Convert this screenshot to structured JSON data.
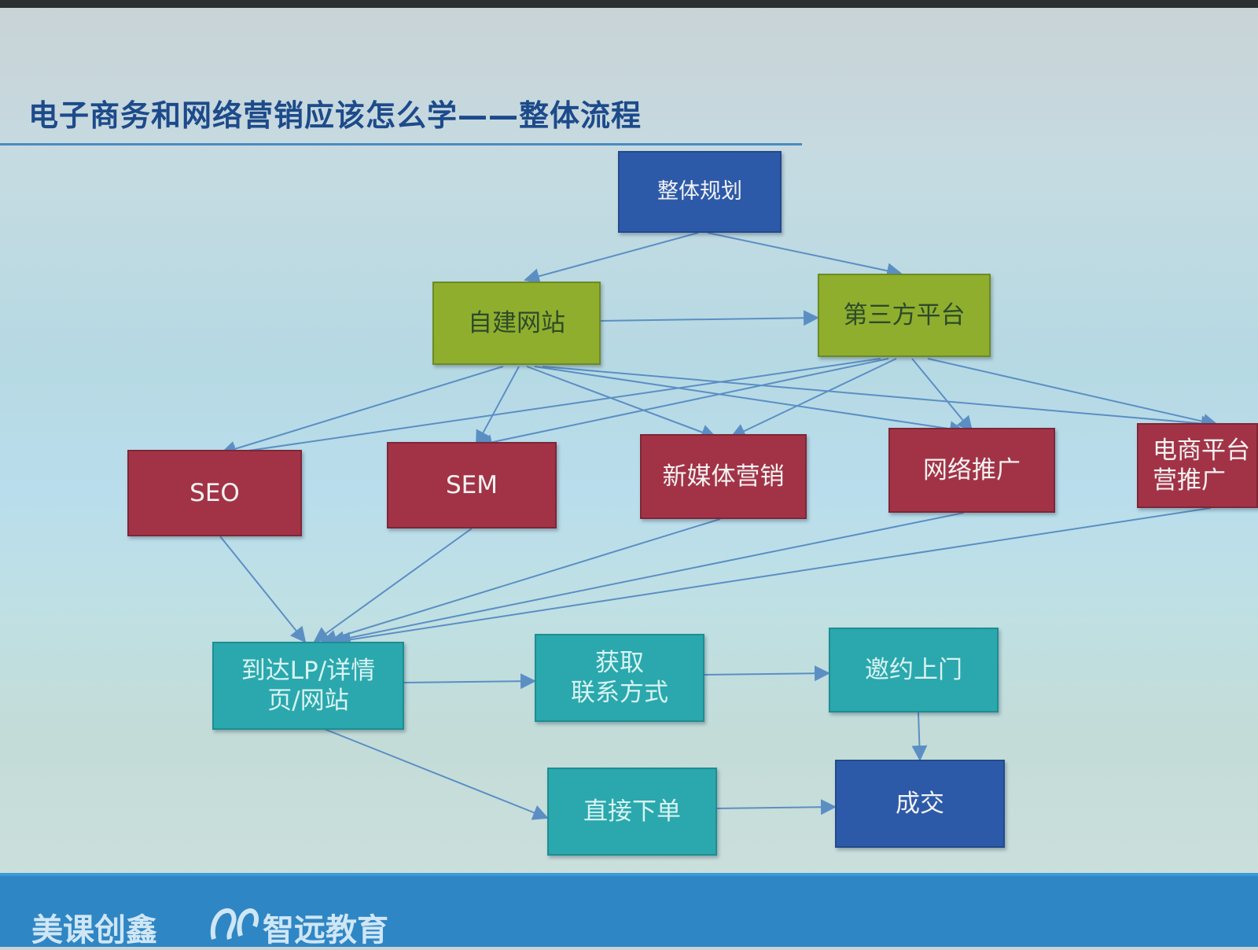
{
  "title": "电子商务和网络营销应该怎么学——整体流程",
  "nodes": {
    "plan": "整体规划",
    "self_site": "自建网站",
    "third_party": "第三方平台",
    "seo": "SEO",
    "sem": "SEM",
    "new_media": "新媒体营销",
    "net_promo": "网络推广",
    "ecom_promo": "电商平台\n营推广",
    "landing": "到达LP/详情\n页/网站",
    "get_contact": "获取\n联系方式",
    "invite": "邀约上门",
    "direct_order": "直接下单",
    "deal": "成交"
  },
  "footer": {
    "left": "美课创鑫",
    "right": "智远教育"
  },
  "colors": {
    "level_top": "#2d5aa8",
    "level_platform": "#8fae2e",
    "level_channel": "#a23346",
    "level_conversion": "#2aa8ad",
    "arrows": "#5b8fc4"
  }
}
